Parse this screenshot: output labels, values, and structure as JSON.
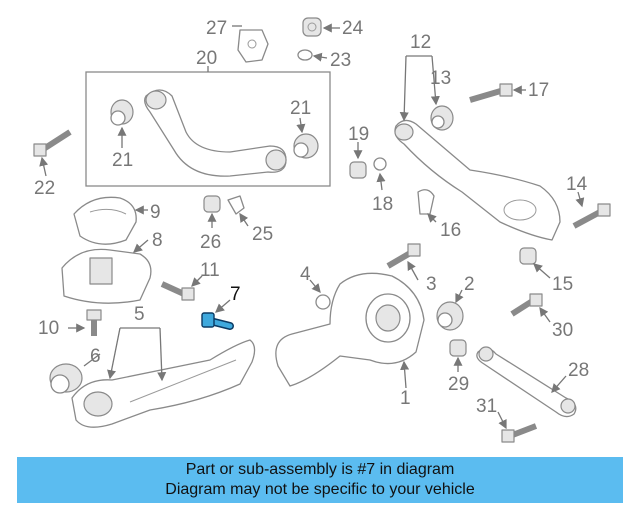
{
  "callouts": {
    "c1": "1",
    "c2": "2",
    "c3": "3",
    "c4": "4",
    "c5": "5",
    "c6": "6",
    "c7": "7",
    "c8": "8",
    "c9": "9",
    "c10": "10",
    "c11": "11",
    "c12": "12",
    "c13": "13",
    "c14": "14",
    "c15": "15",
    "c16": "16",
    "c17": "17",
    "c18": "18",
    "c19": "19",
    "c20": "20",
    "c21a": "21",
    "c21b": "21",
    "c22": "22",
    "c23": "23",
    "c24": "24",
    "c25": "25",
    "c26": "26",
    "c27": "27",
    "c28": "28",
    "c29": "29",
    "c30": "30",
    "c31": "31"
  },
  "highlight": {
    "part_number": "7",
    "color": "#3fa9dd"
  },
  "banner": {
    "line1": "Part or sub-assembly is #7 in diagram",
    "line2": "Diagram may not be specific to your vehicle",
    "color": "#5bbcf0"
  }
}
